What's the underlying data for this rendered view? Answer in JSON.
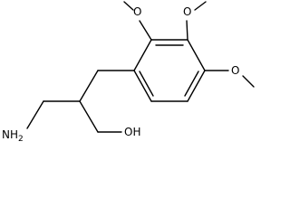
{
  "molecule": {
    "atom_labels": {
      "amine": "NH",
      "amine_subscript": "2",
      "hydroxyl": "OH",
      "methoxy_o_1": "O",
      "methoxy_o_2": "O",
      "methoxy_o_3": "O"
    },
    "colors": {
      "bond": "#000000",
      "text": "#000000",
      "background": "#ffffff"
    }
  }
}
